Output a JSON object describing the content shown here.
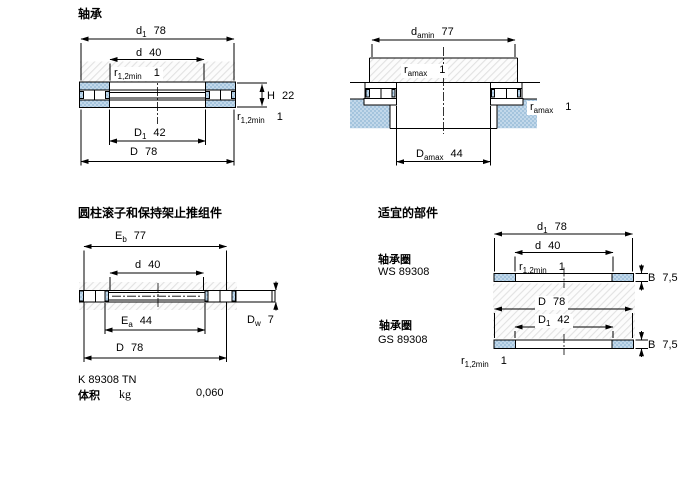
{
  "page": {
    "background": "#ffffff",
    "line_color": "#000000",
    "steel_fill": "#aecbe3"
  },
  "fig_bearing": {
    "title": "轴承",
    "dims": {
      "d1": {
        "sym": "d",
        "sub": "1",
        "val": "78"
      },
      "d": {
        "sym": "d",
        "sub": "",
        "val": "40"
      },
      "r12_top": {
        "sym": "r",
        "sub": "1,2min",
        "val": "1"
      },
      "H": {
        "sym": "H",
        "sub": "",
        "val": "22"
      },
      "r12_side": {
        "sym": "r",
        "sub": "1,2min",
        "val": "1"
      },
      "D1": {
        "sym": "D",
        "sub": "1",
        "val": "42"
      },
      "D": {
        "sym": "D",
        "sub": "",
        "val": "78"
      }
    }
  },
  "fig_abutment": {
    "dims": {
      "damin": {
        "sym": "d",
        "sub": "amin",
        "val": "77"
      },
      "ramax_inner": {
        "sym": "r",
        "sub": "amax",
        "val": "1"
      },
      "ramax_outer": {
        "sym": "r",
        "sub": "amax",
        "val": "1"
      },
      "Damax": {
        "sym": "D",
        "sub": "amax",
        "val": "44"
      }
    }
  },
  "fig_assembly": {
    "title": "圆柱滚子和保持架止推组件",
    "dims": {
      "Eb": {
        "sym": "E",
        "sub": "b",
        "val": "77"
      },
      "d": {
        "sym": "d",
        "sub": "",
        "val": "40"
      },
      "Ea": {
        "sym": "E",
        "sub": "a",
        "val": "44"
      },
      "D": {
        "sym": "D",
        "sub": "",
        "val": "78"
      },
      "Dw": {
        "sym": "D",
        "sub": "w",
        "val": "7"
      }
    }
  },
  "fig_parts": {
    "title": "适宜的部件",
    "washers": [
      {
        "label": "轴承圈",
        "designation": "WS 89308"
      },
      {
        "label": "轴承圈",
        "designation": "GS 89308"
      }
    ],
    "ws_dims": {
      "d1": {
        "sym": "d",
        "sub": "1",
        "val": "78"
      },
      "d": {
        "sym": "d",
        "sub": "",
        "val": "40"
      },
      "r12": {
        "sym": "r",
        "sub": "1,2min",
        "val": "1"
      },
      "B": {
        "sym": "B",
        "sub": "",
        "val": "7,5"
      }
    },
    "gs_dims": {
      "D": {
        "sym": "D",
        "sub": "",
        "val": "78"
      },
      "D1": {
        "sym": "D",
        "sub": "1",
        "val": "42"
      },
      "B": {
        "sym": "B",
        "sub": "",
        "val": "7,5"
      },
      "r12": {
        "sym": "r",
        "sub": "1,2min",
        "val": "1"
      }
    }
  },
  "footer": {
    "designation": "K 89308 TN",
    "property_label": "体积",
    "unit": "kg",
    "value": "0,060"
  }
}
